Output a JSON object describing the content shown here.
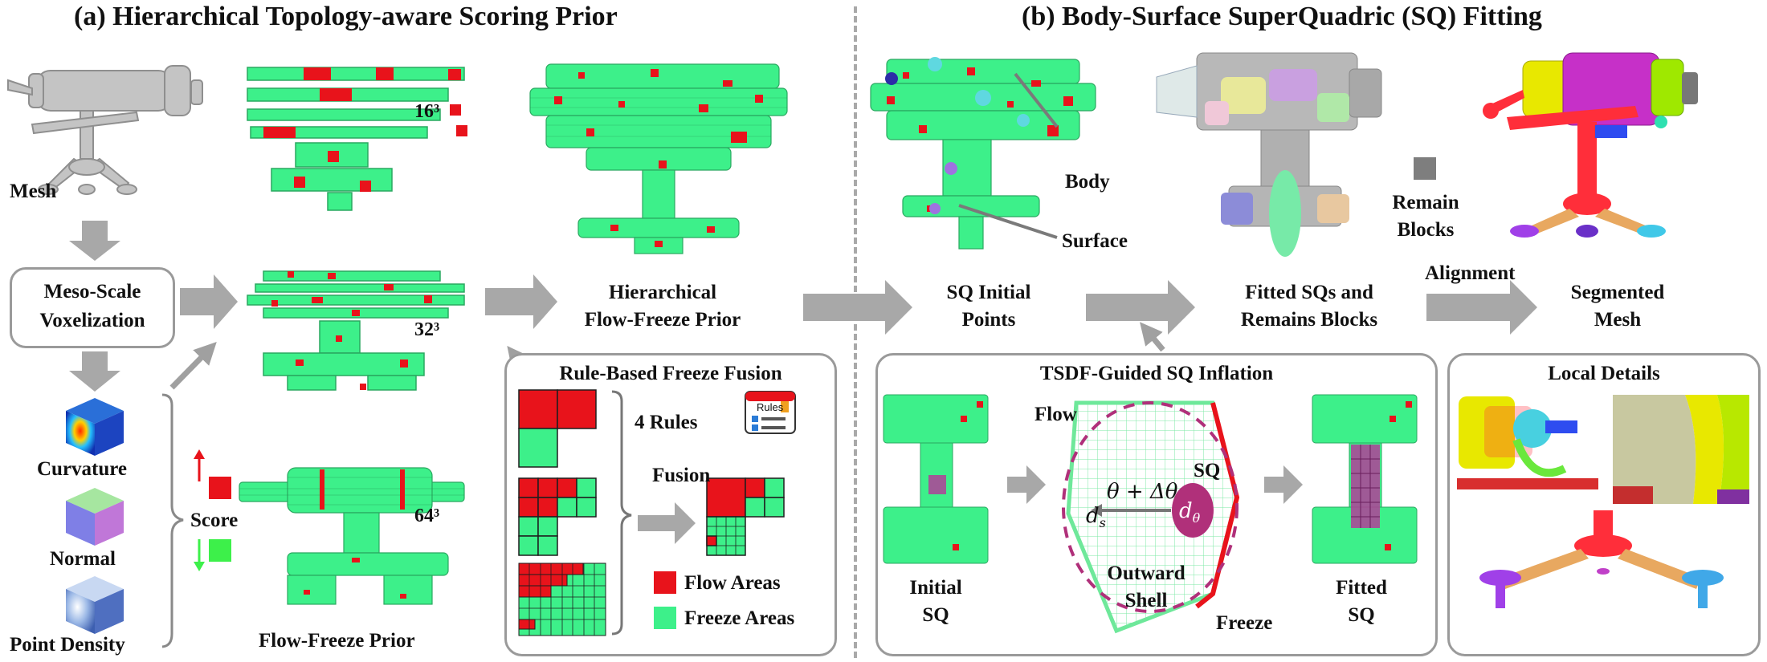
{
  "titles": {
    "left": "(a) Hierarchical Topology-aware Scoring Prior",
    "right": "(b) Body-Surface SuperQuadric (SQ) Fitting"
  },
  "left": {
    "mesh_label": "Mesh",
    "voxelization_box": [
      "Meso-Scale",
      "Voxelization"
    ],
    "features": [
      "Curvature",
      "Normal",
      "Point Density"
    ],
    "score_label": "Score",
    "resolutions": [
      "16³",
      "32³",
      "64³"
    ],
    "flow_freeze_prior": "Flow-Freeze Prior",
    "hierarchical_prior": [
      "Hierarchical",
      "Flow-Freeze Prior"
    ],
    "fusion_panel": {
      "title": "Rule-Based Freeze Fusion",
      "rules_count": "4 Rules",
      "rules_icon_text": "Rules",
      "fusion_label": "Fusion",
      "legend": [
        {
          "label": "Flow Areas",
          "color": "#e8131b"
        },
        {
          "label": "Freeze Areas",
          "color": "#3df08a"
        }
      ]
    }
  },
  "right": {
    "sq_initial": [
      "SQ Initial",
      "Points"
    ],
    "body_label": "Body",
    "surface_label": "Surface",
    "remain_blocks": [
      "Remain",
      "Blocks"
    ],
    "fitted_sqs": [
      "Fitted SQs and",
      "Remains Blocks"
    ],
    "alignment": "Alignment",
    "segmented_mesh": [
      "Segmented",
      "Mesh"
    ],
    "tsdf_panel": {
      "title": "TSDF-Guided SQ Inflation",
      "flow": "Flow",
      "freeze": "Freeze",
      "sq": "SQ",
      "theta": "θ + Δθ",
      "ds": "d",
      "ds_sub": "s",
      "dtheta": "d",
      "dtheta_sub": "θ",
      "outward_shell": [
        "Outward",
        "Shell"
      ],
      "initial_sq": [
        "Initial",
        "SQ"
      ],
      "fitted_sq": [
        "Fitted",
        "SQ"
      ]
    },
    "local_details": "Local Details"
  },
  "colors": {
    "flow_red": "#e8131b",
    "freeze_green": "#3df08a",
    "arrow_gray": "#a8a8a8",
    "box_border": "#9a9a9a"
  }
}
